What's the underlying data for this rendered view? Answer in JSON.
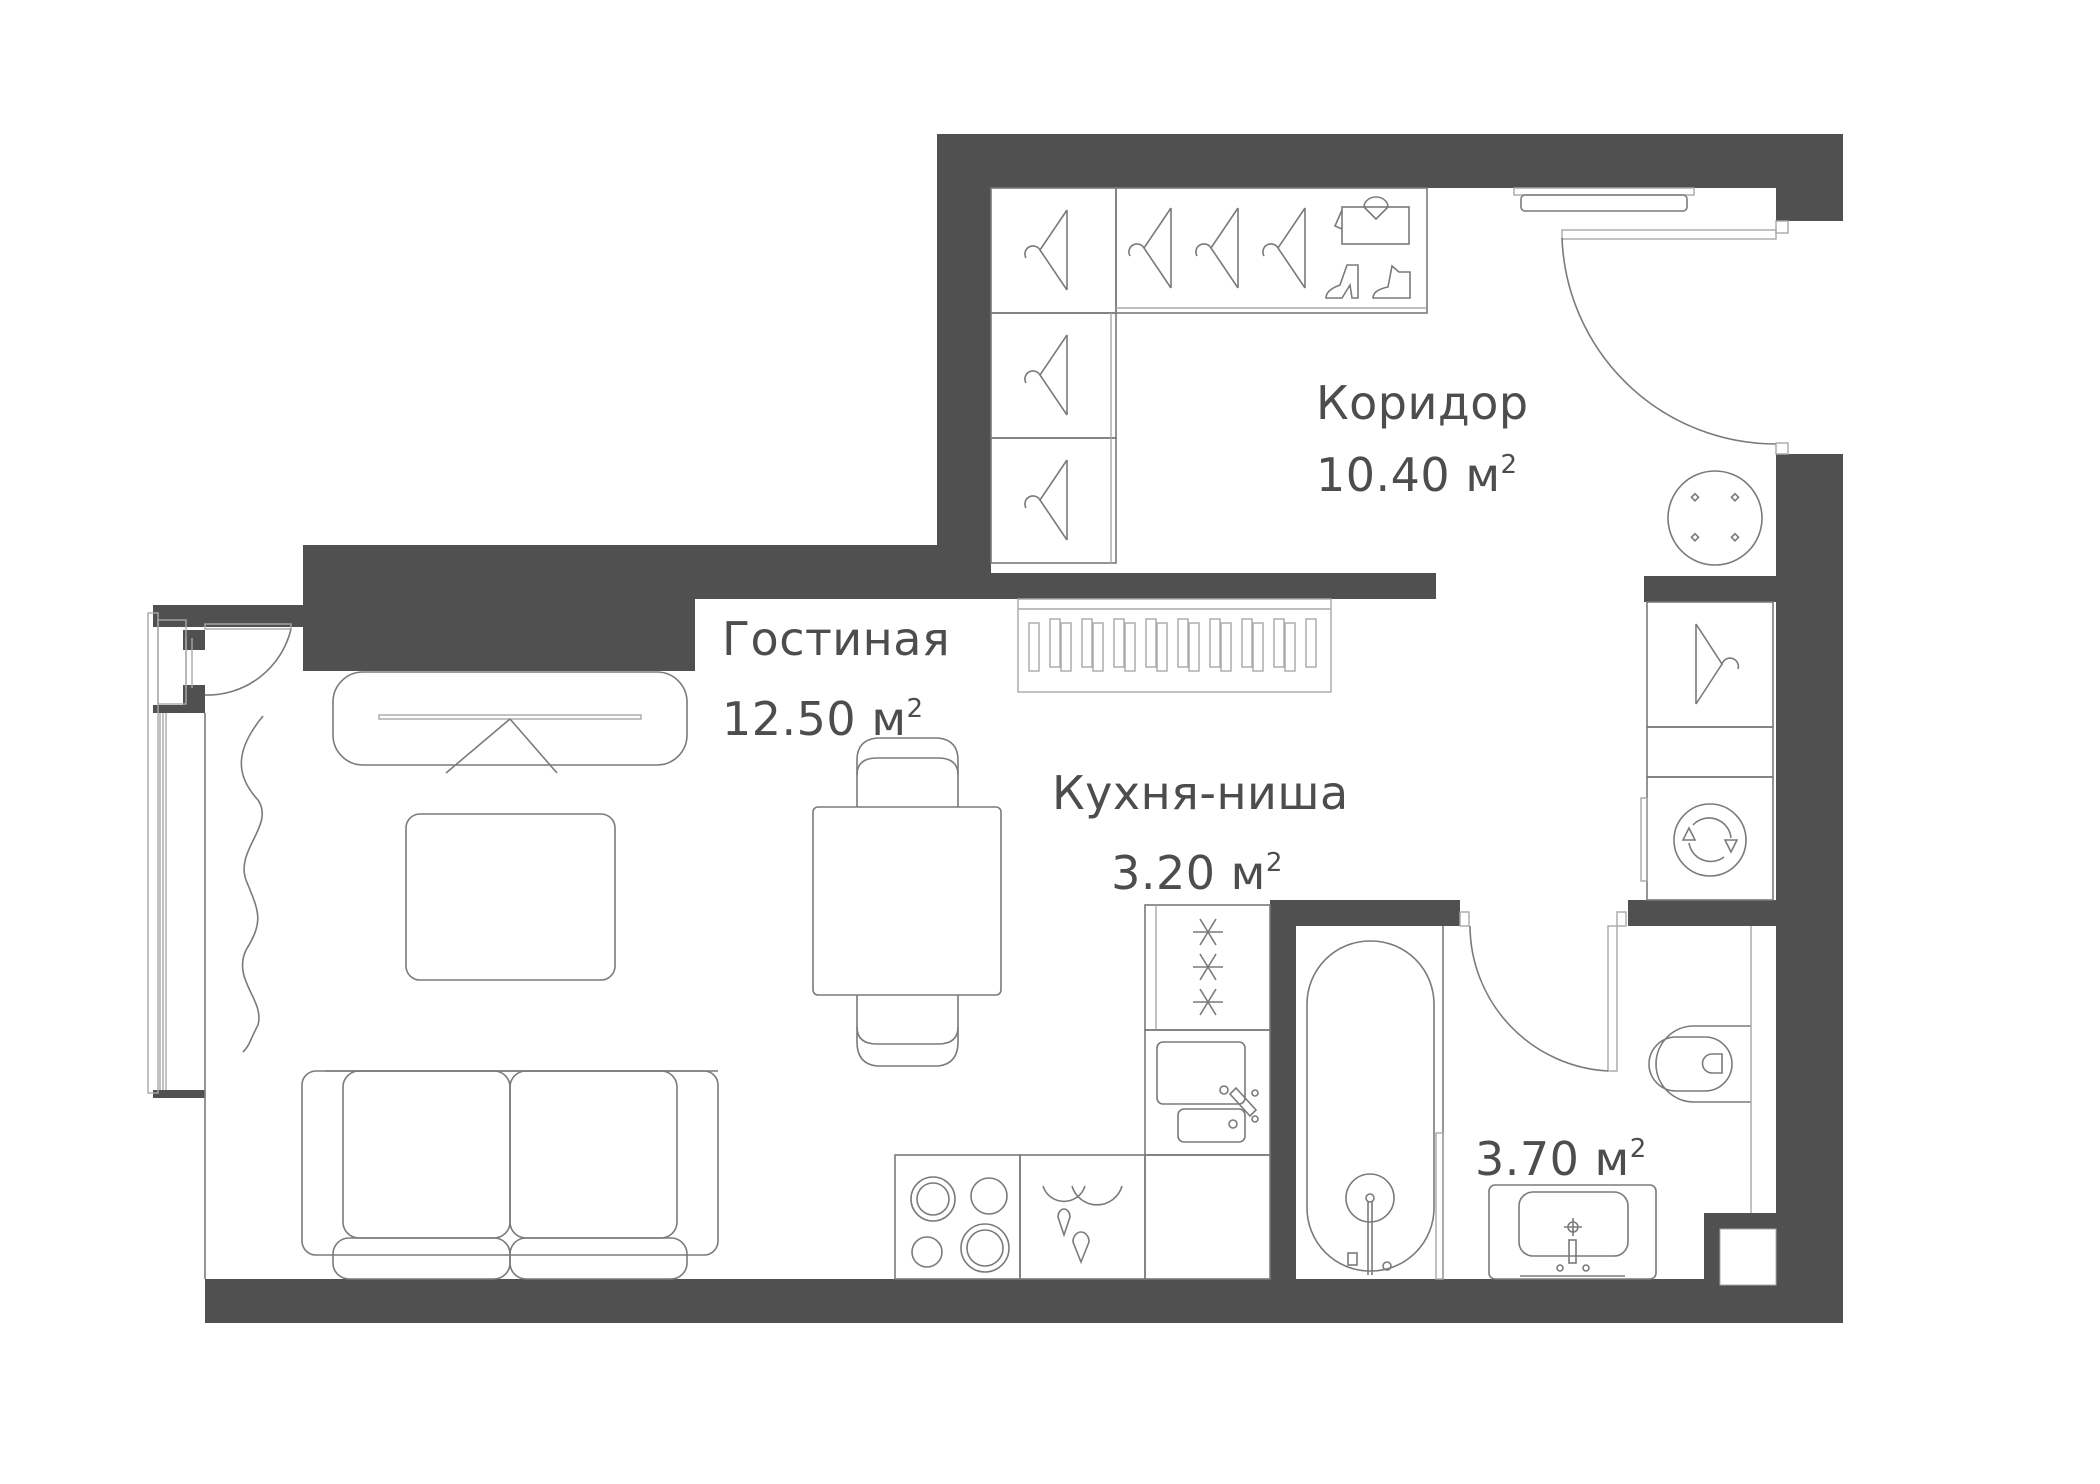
{
  "plan": {
    "wall_color": "#505050",
    "line_color": "#7a7a7a",
    "text_color": "#4d4d4d",
    "area_unit": "м",
    "area_unit_exp": "2"
  },
  "rooms": [
    {
      "id": "corridor",
      "name": "Коридор",
      "area": "10.40"
    },
    {
      "id": "living",
      "name": "Гостиная",
      "area": "12.50"
    },
    {
      "id": "kitchen",
      "name": "Кухня-ниша",
      "area": "3.20"
    },
    {
      "id": "bathroom",
      "name": "",
      "area": "3.70"
    }
  ],
  "furniture": {
    "corridor": [
      "wardrobe-hanger-icon",
      "wardrobe-hanger-icon",
      "wardrobe-hanger-icon",
      "wardrobe-hanger-icon",
      "wardrobe-hanger-icon",
      "wardrobe-hanger-icon",
      "shirt-icon",
      "boot-icon",
      "ankle-boot-icon",
      "radiator",
      "entry-door",
      "round-pouf"
    ],
    "utility": [
      "wardrobe-hanger-icon",
      "washing-machine-icon"
    ],
    "living": [
      "tv-unit",
      "coffee-table",
      "sofa",
      "curtain",
      "balcony-door",
      "shoe-rack",
      "dining-table",
      "chair",
      "chair"
    ],
    "kitchen": [
      "gas-hob",
      "sink",
      "electric-hob",
      "dishes"
    ],
    "bathroom": [
      "bathtub",
      "toilet",
      "washbasin",
      "bathroom-door"
    ]
  }
}
